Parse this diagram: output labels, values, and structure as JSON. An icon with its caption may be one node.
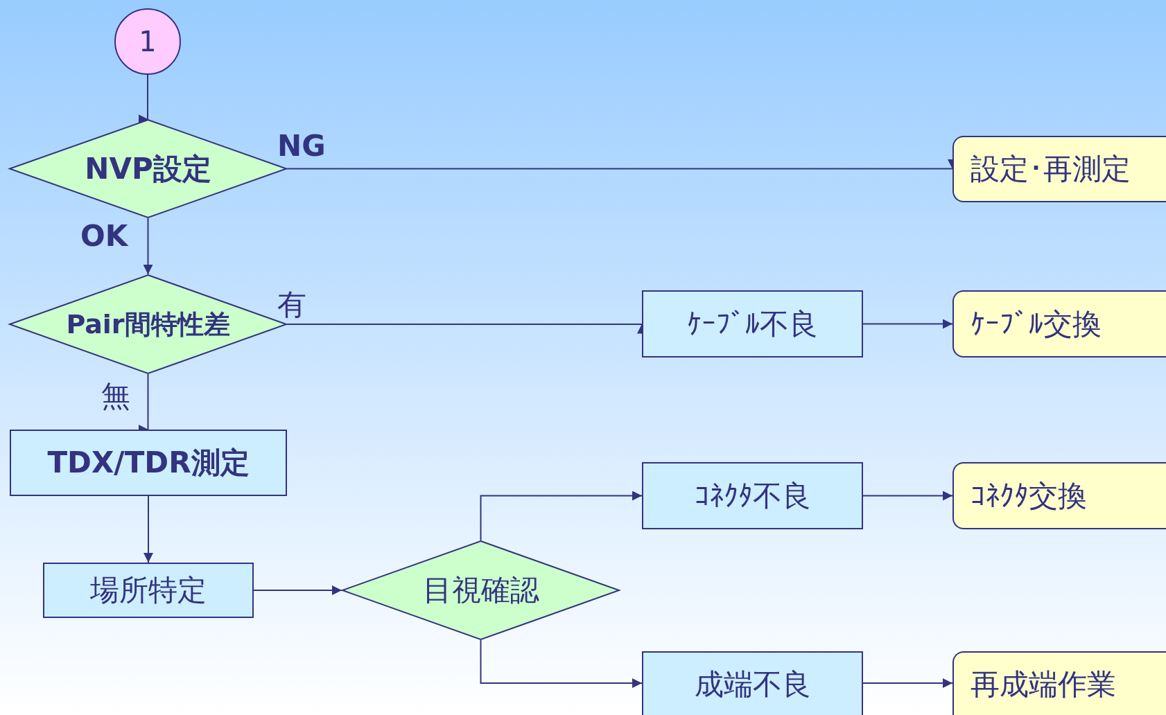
{
  "diagram": {
    "nodes": [
      {
        "text": [
          "1"
        ]
      },
      {
        "text": [
          "NVP設定"
        ]
      },
      {
        "text": [
          "設定･再測定"
        ]
      },
      {
        "text": [
          "Pair間特性差"
        ]
      },
      {
        "text": [
          "ｹｰﾌﾞﾙ不良"
        ]
      },
      {
        "text": [
          "ｹｰﾌﾞﾙ交換"
        ]
      },
      {
        "text": [
          "TDX/TDR測定"
        ]
      },
      {
        "text": [
          "場所特定"
        ]
      },
      {
        "text": [
          "目視確認"
        ]
      },
      {
        "text": [
          "ｺﾈｸﾀ不良"
        ]
      },
      {
        "text": [
          "ｺﾈｸﾀ交換"
        ]
      },
      {
        "text": [
          "成端不良"
        ]
      },
      {
        "text": [
          "再成端作業"
        ]
      }
    ],
    "edges": [
      {
        "from": 0,
        "to": 1,
        "arrow": "to"
      },
      {
        "from": 1,
        "to": 2,
        "arrow": "to",
        "label": "NG"
      },
      {
        "from": 1,
        "to": 3,
        "arrow": "to",
        "label": "OK"
      },
      {
        "from": 3,
        "to": 4,
        "arrow": "to",
        "label": "有"
      },
      {
        "from": 4,
        "to": 5,
        "arrow": "to"
      },
      {
        "from": 3,
        "to": 6,
        "arrow": "to",
        "label": "無"
      },
      {
        "from": 6,
        "to": 7,
        "arrow": "to"
      },
      {
        "from": 7,
        "to": 8,
        "arrow": "to"
      },
      {
        "from": 8,
        "to": 9,
        "arrow": "to"
      },
      {
        "from": 9,
        "to": 10,
        "arrow": "to"
      },
      {
        "from": 8,
        "to": 11,
        "arrow": "to"
      },
      {
        "from": 11,
        "to": 12,
        "arrow": "to"
      }
    ]
  }
}
